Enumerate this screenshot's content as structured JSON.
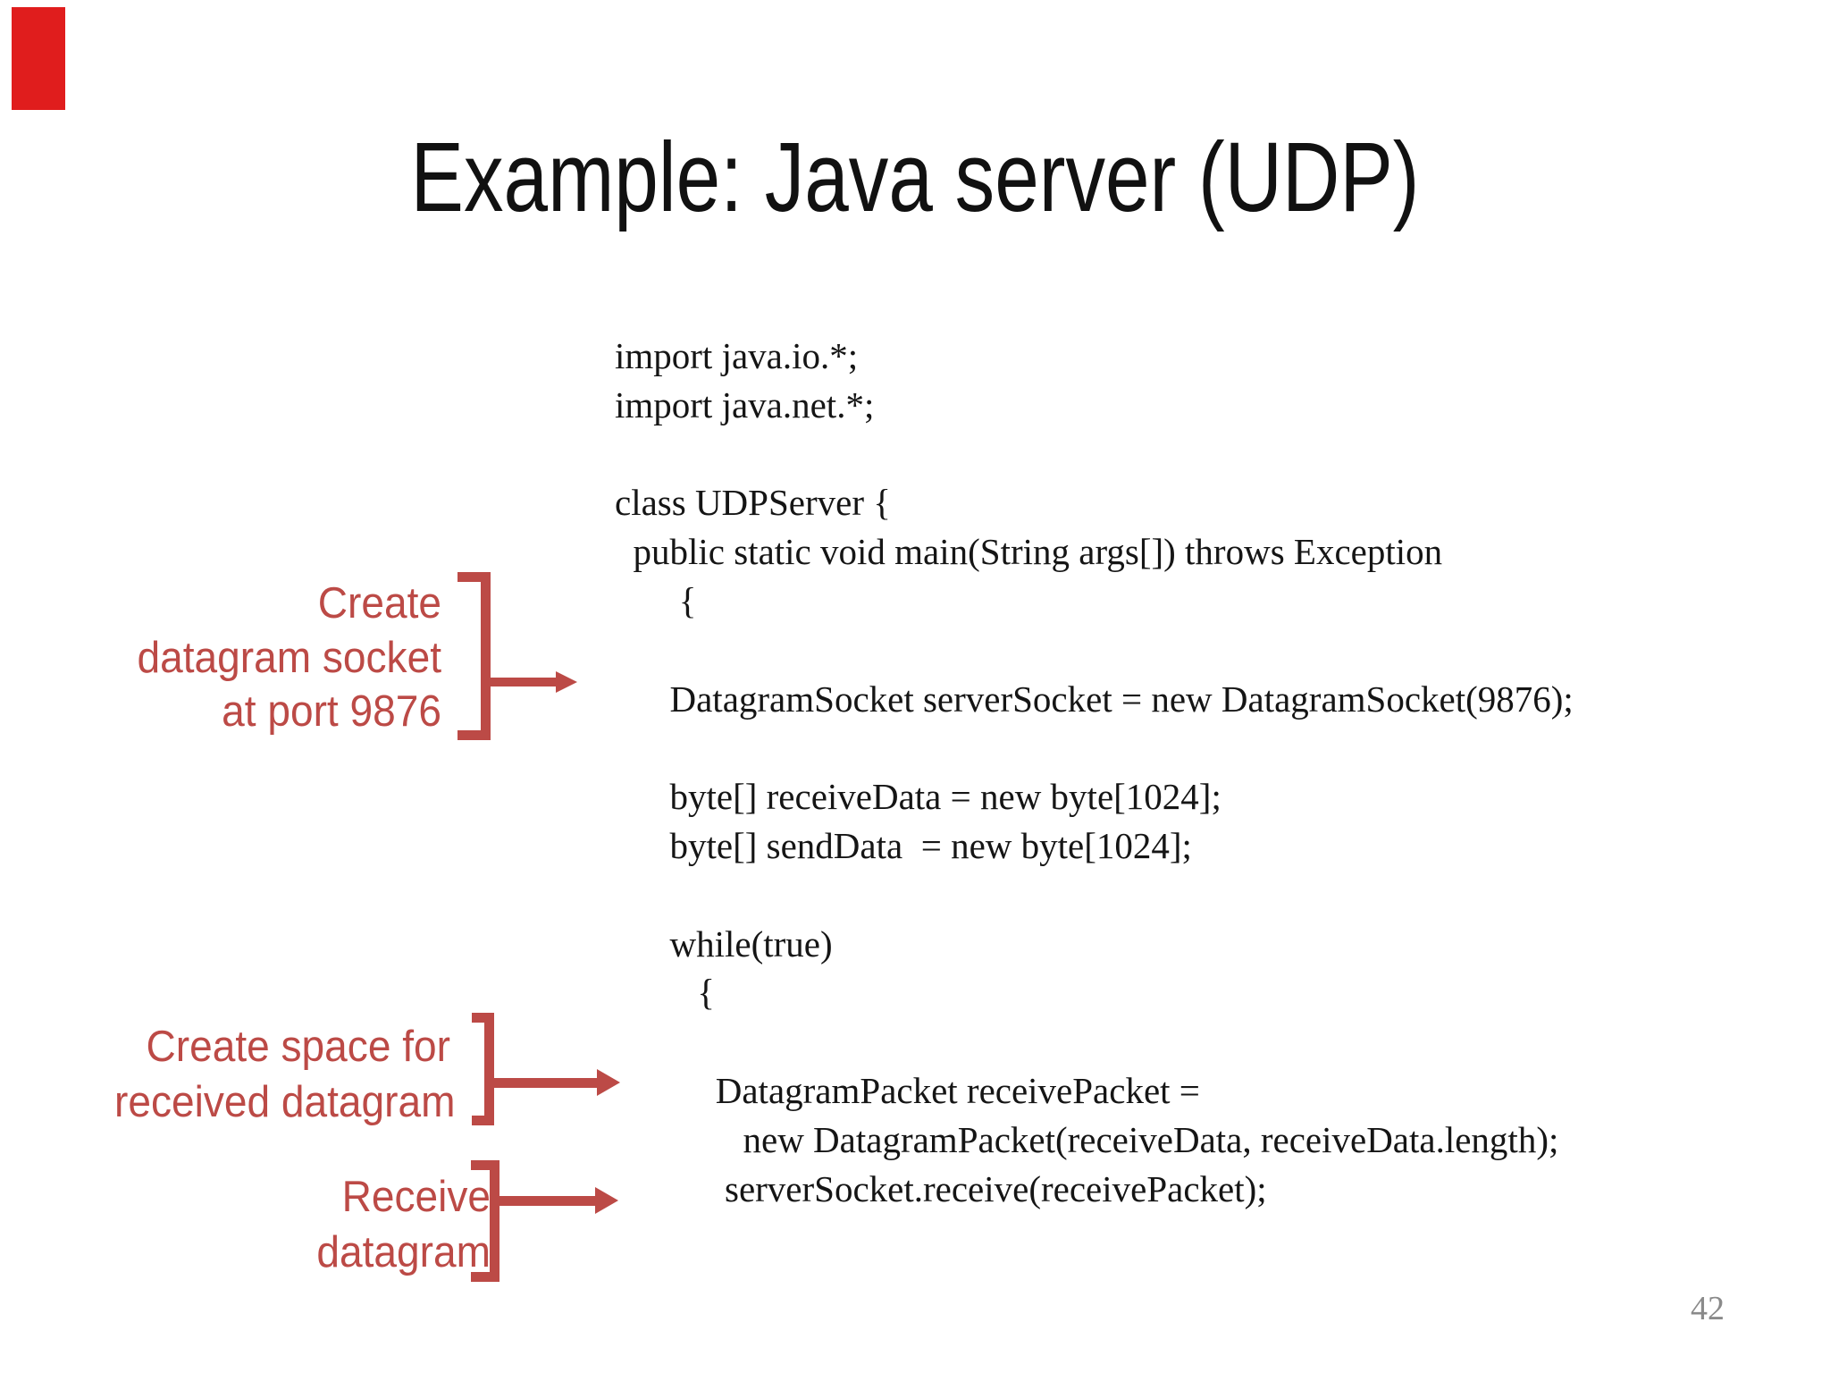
{
  "slide": {
    "title": "Example: Java server (UDP)",
    "page_number": "42",
    "code_lines": [
      "import java.io.*;",
      "import java.net.*;",
      "",
      "class UDPServer {",
      "  public static void main(String args[]) throws Exception",
      "       {",
      "",
      "      DatagramSocket serverSocket = new DatagramSocket(9876);",
      "",
      "      byte[] receiveData = new byte[1024];",
      "      byte[] sendData  = new byte[1024];",
      "",
      "      while(true)",
      "         {",
      "",
      "           DatagramPacket receivePacket =",
      "              new DatagramPacket(receiveData, receiveData.length);",
      "            serverSocket.receive(receivePacket);"
    ],
    "annotations": [
      {
        "id": "create-datagram-socket",
        "lines": [
          "Create",
          "datagram socket",
          "at port 9876"
        ]
      },
      {
        "id": "create-space-for-received-datagram",
        "lines": [
          "Create space for",
          "received datagram"
        ]
      },
      {
        "id": "receive-datagram",
        "lines": [
          "Receive",
          "datagram"
        ]
      }
    ],
    "colors": {
      "annotation_red": "#bc4a46",
      "marker_red": "#e01d1d",
      "code_text": "#151515",
      "title_text": "#111111",
      "page_number_gray": "#8a8a8a"
    }
  }
}
